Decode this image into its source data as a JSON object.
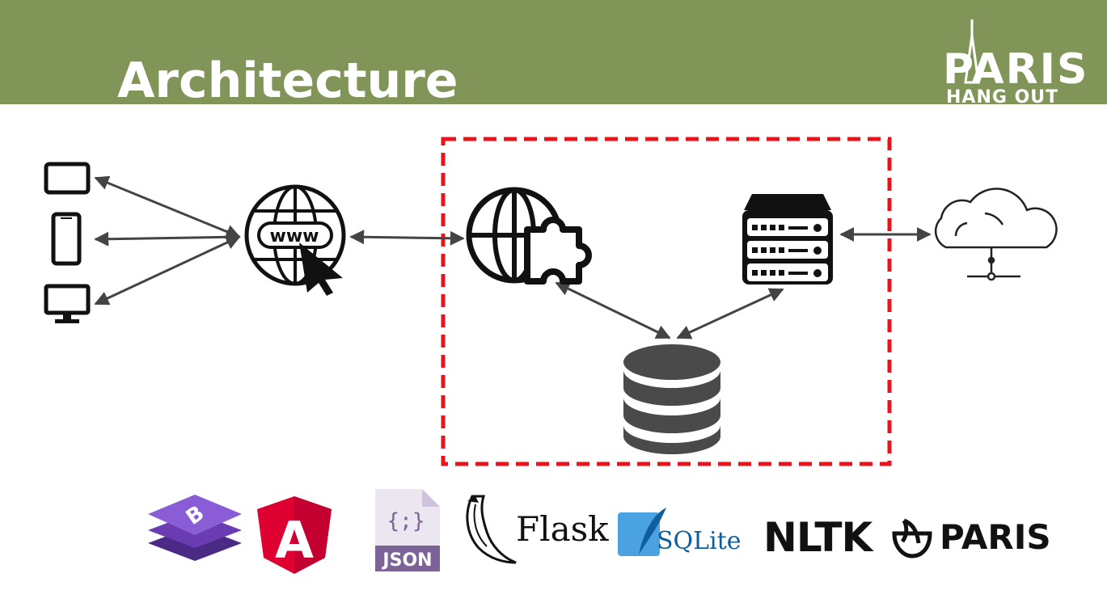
{
  "slide": {
    "title": "Architecture"
  },
  "logo": {
    "line1": "PARIS",
    "line2": "HANG OUT"
  },
  "diagram": {
    "www_label": "www",
    "colors": {
      "header_bg": "#819559",
      "icon": "#111111",
      "database": "#4a4a4a",
      "arrow": "#444444",
      "boundary": "#e8141b"
    },
    "nodes": [
      "tablet-icon",
      "phone-icon",
      "monitor-icon",
      "www-globe-icon",
      "web-api-icon",
      "server-icon",
      "cloud-icon",
      "database-icon"
    ]
  },
  "technologies": {
    "bootstrap": "B",
    "angular": "A",
    "json_glyph": "{;}",
    "json_label": "JSON",
    "flask": "Flask",
    "sqlite": "SQLite",
    "nltk": "NLTK",
    "paris": "PARIS"
  }
}
